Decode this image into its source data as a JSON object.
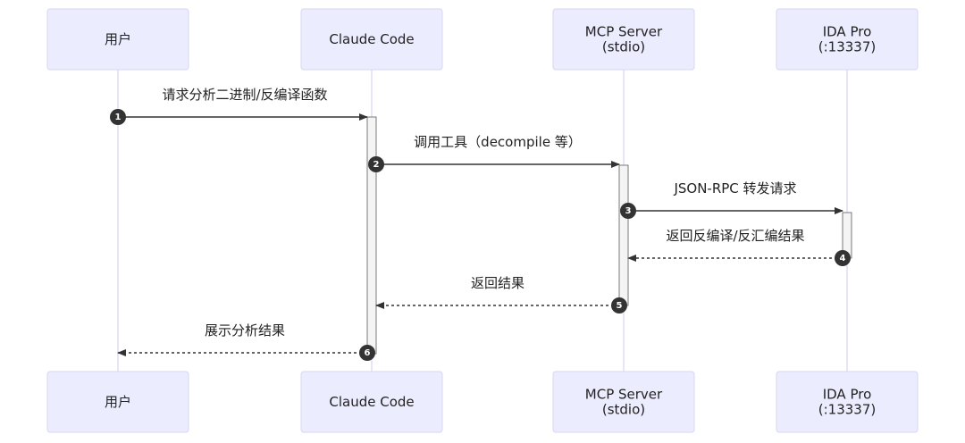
{
  "participants": [
    {
      "id": "user",
      "lines": [
        "用户"
      ]
    },
    {
      "id": "claude",
      "lines": [
        "Claude Code"
      ]
    },
    {
      "id": "mcp",
      "lines": [
        "MCP Server",
        "(stdio)"
      ]
    },
    {
      "id": "ida",
      "lines": [
        "IDA Pro",
        "(:13337)"
      ]
    }
  ],
  "messages": [
    {
      "number": "1",
      "from": "user",
      "to": "claude",
      "text": "请求分析二进制/反编译函数",
      "style": "solid"
    },
    {
      "number": "2",
      "from": "claude",
      "to": "mcp",
      "text": "调用工具（decompile 等）",
      "style": "solid"
    },
    {
      "number": "3",
      "from": "mcp",
      "to": "ida",
      "text": "JSON-RPC 转发请求",
      "style": "solid"
    },
    {
      "number": "4",
      "from": "ida",
      "to": "mcp",
      "text": "返回反编译/反汇编结果",
      "style": "dashed"
    },
    {
      "number": "5",
      "from": "mcp",
      "to": "claude",
      "text": "返回结果",
      "style": "dashed"
    },
    {
      "number": "6",
      "from": "claude",
      "to": "user",
      "text": "展示分析结果",
      "style": "dashed"
    }
  ],
  "colors": {
    "actor_fill": "#ececff",
    "actor_border": "#d6d6f2",
    "line": "#333333",
    "badge": "#333333"
  }
}
